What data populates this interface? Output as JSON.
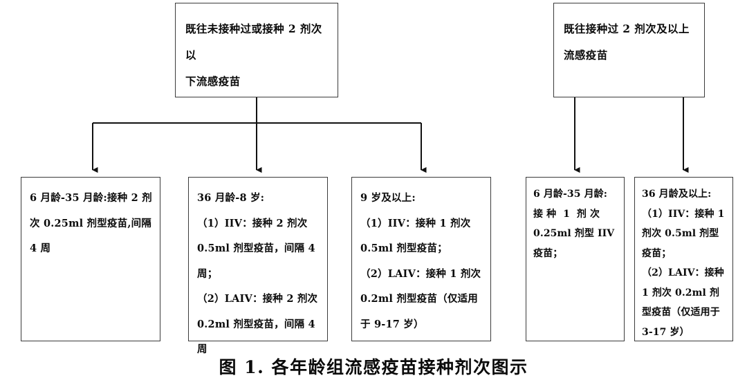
{
  "figure": {
    "caption": "图 1. 各年龄组流感疫苗接种剂次图示",
    "background_color": "#ffffff",
    "line_color": "#3a3a3a",
    "text_color": "#0b0b0b"
  },
  "branches": [
    {
      "id": "no-prior-or-under-2-doses",
      "header": "既往未接种过或接种 2 剂次以下流感疫苗",
      "children": [
        "age-6m-35m",
        "age-36m-8y",
        "age-9y-plus"
      ]
    },
    {
      "id": "prior-2-doses-or-more",
      "header": "既往接种过 2 剂次及以上流感疫苗",
      "children": [
        "age-6m-35m-right",
        "age-36m-plus-right"
      ]
    }
  ],
  "nodes": {
    "top_left": {
      "id": "no-prior-or-under-2-doses",
      "text": "既往未接种过或接种 2 剂次以\n下流感疫苗"
    },
    "top_right": {
      "id": "prior-2-doses-or-more",
      "text": "既往接种过 2 剂次及以上\n流感疫苗"
    },
    "age_1": {
      "id": "age-6m-35m",
      "text": "6 月龄-35 月龄:接种 2 剂次 0.25ml 剂型疫苗,间隔 4 周",
      "age_range": "6 月龄-35 月龄",
      "doses": "2 剂次",
      "volume": "0.25ml",
      "interval": "间隔 4 周"
    },
    "age_2": {
      "id": "age-36m-8y",
      "text": "36 月龄-8 岁:\n（1）IIV：接种 2 剂次 0.5ml 剂型疫苗，间隔 4 周；\n（2）LAIV：接种 2 剂次 0.2ml 剂型疫苗，间隔 4 周",
      "age_range": "36 月龄-8 岁",
      "options": [
        {
          "label": "（1）IIV：",
          "detail": "接种 2 剂次 0.5ml 剂型疫苗，间隔 4 周；"
        },
        {
          "label": "（2）LAIV：",
          "detail": "接种 2 剂次 0.2ml 剂型疫苗，间隔 4 周"
        }
      ]
    },
    "age_3": {
      "id": "age-9y-plus",
      "text": "9 岁及以上:\n（1）IIV：接种 1 剂次 0.5ml 剂型疫苗；\n（2）LAIV：接种 1 剂次 0.2ml 剂型疫苗（仅适用于 9-17 岁）",
      "age_range": "9 岁及以上",
      "options": [
        {
          "label": "（1）IIV：",
          "detail": "接种 1 剂次 0.5ml 剂型疫苗；"
        },
        {
          "label": "（2）LAIV：",
          "detail": "接种 1 剂次 0.2ml 剂型疫苗（仅适用于 9-17 岁）"
        }
      ]
    },
    "age_4": {
      "id": "age-6m-35m-right",
      "text": "6 月龄-35 月龄:\n接 种  1  剂 次\n0.25ml 剂型 IIV\n疫苗；",
      "age_range": "6 月龄-35 月龄",
      "doses": "1 剂次",
      "volume": "0.25ml",
      "vaccine_type": "IIV"
    },
    "age_5": {
      "id": "age-36m-plus-right",
      "text": "36 月龄及以上:\n（1）IIV：接种 1 剂次 0.5ml 剂型疫苗；\n（2）LAIV：接种 1 剂次 0.2ml 剂型疫苗（仅适用于 3-17 岁）",
      "age_range": "36 月龄及以上",
      "options": [
        {
          "label": "（1）IIV：",
          "detail": "接种 1 剂次 0.5ml 剂型疫苗；"
        },
        {
          "label": "（2）LAIV：",
          "detail": "接种 1 剂次 0.2ml 剂型疫苗（仅适用于 3-17 岁）"
        }
      ]
    }
  }
}
